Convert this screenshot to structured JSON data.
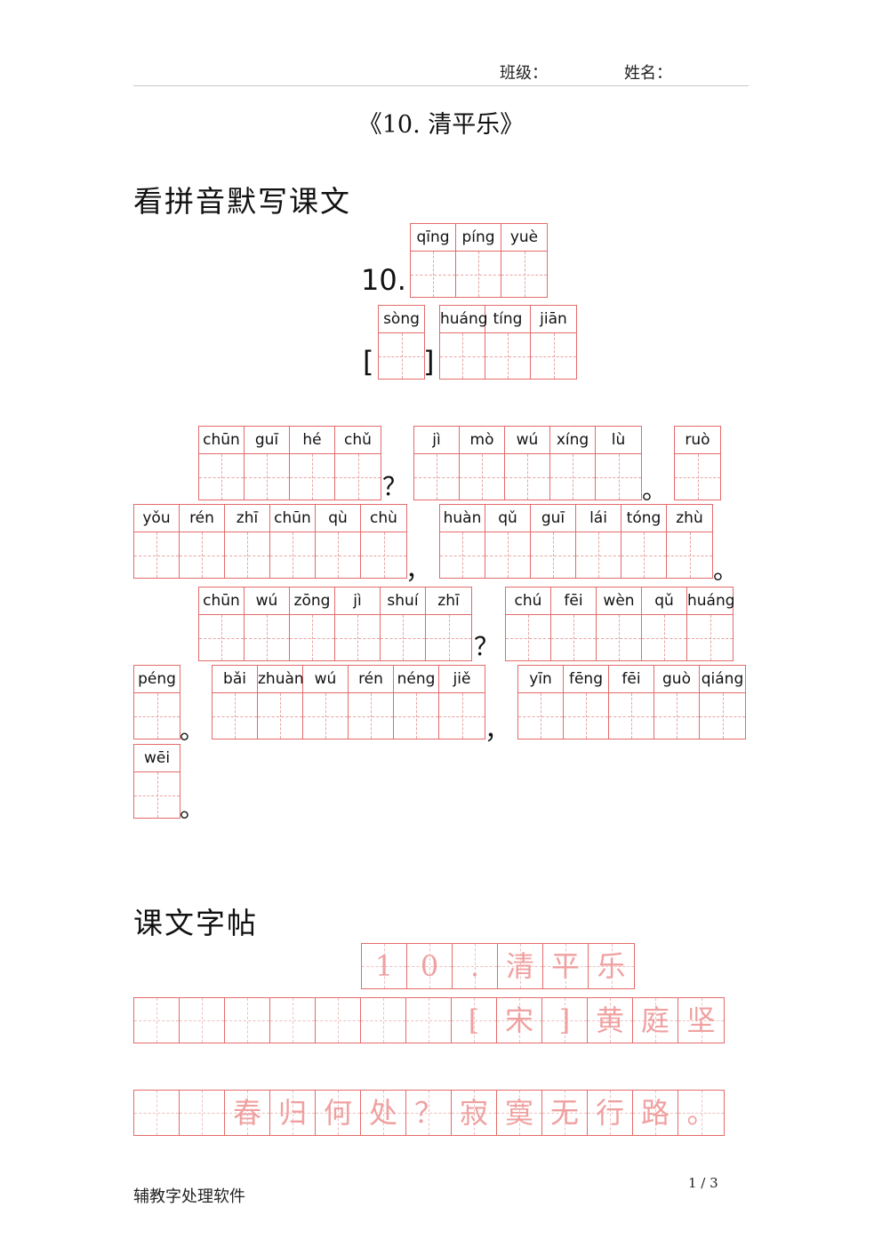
{
  "header": {
    "class_label": "班级：",
    "name_label": "姓名："
  },
  "title": "《10. 清平乐》",
  "section1": {
    "heading": "看拼音默写课文"
  },
  "number_label": "10.",
  "bracket_open": "[",
  "bracket_close": "]",
  "pinyin_groups": [
    [
      "qīng",
      "píng",
      "yuè"
    ],
    [
      "sòng"
    ],
    [
      "huáng",
      "tíng",
      "jiān"
    ],
    [
      "chūn",
      "guī",
      "hé",
      "chǔ"
    ],
    [
      "jì",
      "mò",
      "wú",
      "xíng",
      "lù"
    ],
    [
      "ruò"
    ],
    [
      "yǒu",
      "rén",
      "zhī",
      "chūn",
      "qù",
      "chù"
    ],
    [
      "huàn",
      "qǔ",
      "guī",
      "lái",
      "tóng",
      "zhù"
    ],
    [
      "chūn",
      "wú",
      "zōng",
      "jì",
      "shuí",
      "zhī"
    ],
    [
      "chú",
      "fēi",
      "wèn",
      "qǔ",
      "huáng"
    ],
    [
      "péng"
    ],
    [
      "bǎi",
      "zhuàn",
      "wú",
      "rén",
      "néng",
      "jiě"
    ],
    [
      "yīn",
      "fēng",
      "fēi",
      "guò",
      "qiáng"
    ],
    [
      "wēi"
    ]
  ],
  "punctuation": [
    "？",
    "。",
    "，",
    "。",
    "？",
    "。",
    "，",
    "。"
  ],
  "section2": {
    "heading": "课文字帖"
  },
  "copybook": {
    "row1": [
      "1",
      "0",
      ".",
      "清",
      "平",
      "乐"
    ],
    "row2": [
      "",
      "",
      "",
      "",
      "",
      "",
      "",
      "[",
      "宋",
      "]",
      "黄",
      "庭",
      "坚"
    ],
    "row3": [
      "",
      "",
      "春",
      "归",
      "何",
      "处",
      "？",
      "寂",
      "寞",
      "无",
      "行",
      "路",
      "。"
    ]
  },
  "footer": {
    "software": "辅教字处理软件",
    "page": "1 / 3"
  }
}
